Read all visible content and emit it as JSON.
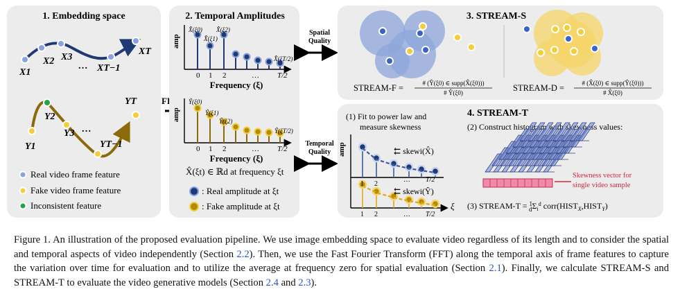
{
  "panel1": {
    "title": "1. Embedding space",
    "real_labels": [
      "X1",
      "X2",
      "X3",
      "…",
      "XT−1",
      "XT"
    ],
    "fake_labels": [
      "Y1",
      "Y2",
      "Y3",
      "…",
      "YT−1",
      "YT"
    ],
    "legend": [
      {
        "label": "Real video frame feature",
        "color": "#8aa2e0",
        "ring": "#ffffff"
      },
      {
        "label": "Fake video frame feature",
        "color": "#f2cf3a",
        "ring": "#ffffff"
      },
      {
        "label": "Inconsistent feature",
        "color": "#22a34a",
        "ring": "#ffffff"
      }
    ]
  },
  "fft_label": "FFT",
  "panel2": {
    "title": "2. Temporal Amplitudes",
    "ylabel": "amp",
    "xlabel": "Frequency (ξ)",
    "real_amp_labels": [
      "X̂(ξ0)",
      "X̂(ξ1)",
      "X̂(ξ2)",
      "X̂(ξT/2)"
    ],
    "fake_amp_labels": [
      "Ŷ(ξ0)",
      "Ŷ(ξ1)",
      "Ŷ(ξ2)",
      "Ŷ(ξT/2)"
    ],
    "ticks": [
      "0",
      "1",
      "2",
      "…",
      "T/2"
    ],
    "definition": "X̂(ξt) ∈ ℝd at frequency ξt",
    "legend_real": ": Real amplitude at ξt",
    "legend_fake": ": Fake amplitude at ξt",
    "real_color": "#1f3a72",
    "fake_color": "#b48a0a"
  },
  "arrows": {
    "spatial": "Spatial Quality",
    "temporal": "Temporal Quality"
  },
  "panel3": {
    "title": "3. STREAM-S",
    "formula_f_lhs": "STREAM-F =",
    "formula_f_num": "# (Ŷ(ξ0) ∈ supp(X̂(ξ0)))",
    "formula_f_den": "# Ŷ(ξ0)",
    "formula_d_lhs": "STREAM-D =",
    "formula_d_num": "# (X̂(ξ0) ∈ supp(Ŷ(ξ0)))",
    "formula_d_den": "# X̂(ξ0)",
    "blue_circle": "#8ea6db",
    "yellow_circle": "#f6d56a"
  },
  "panel4": {
    "title": "4. STREAM-T",
    "step1": "(1) Fit to power law and measure skewness",
    "step2": "(2) Construct histogram with skewness values:",
    "step3": "(3) STREAM-T = 1/d Σi corr(HISTX, HISTY)",
    "skew_real": "skewi(X̂)",
    "skew_fake": "skewi(Ŷ)",
    "ticks": [
      "1",
      "2",
      "…",
      "T/2"
    ],
    "xi": "ξ",
    "amp": "amp",
    "skew_vector_note": "Skewness vector for single video sample"
  },
  "caption": {
    "part1": "Figure 1. An illustration of the proposed evaluation pipeline. We use image embedding space to evaluate video regardless of its length and to consider the spatial and temporal aspects of video independently (Section ",
    "ref1": "2.2",
    "part2": "). Then, we use the Fast Fourier Transform (FFT) along the temporal axis of frame features to capture the variation over time for evaluation and to utilize the average at frequency zero for spatial evaluation (Section ",
    "ref2": "2.1",
    "part3": "). Finally, we calculate STREAM-S and STREAM-T to evaluate the video generative models (Section ",
    "ref3": "2.4",
    "part4": " and ",
    "ref4": "2.3",
    "part5": ")."
  }
}
